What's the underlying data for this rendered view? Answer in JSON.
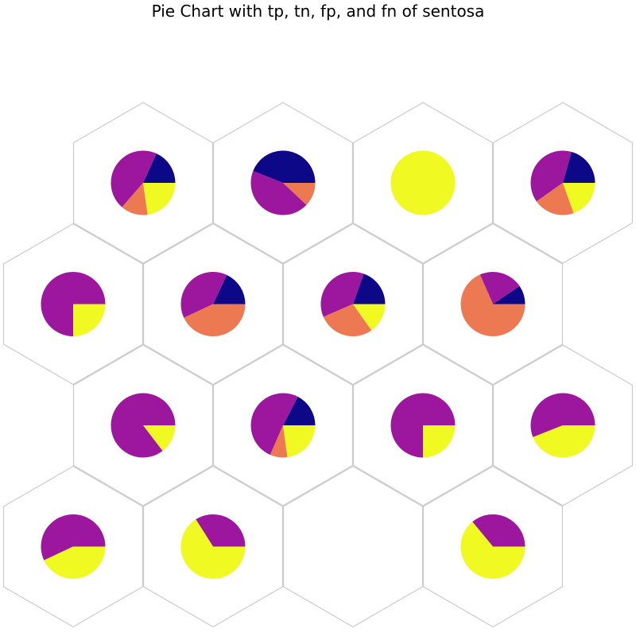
{
  "chart_data": {
    "type": "pie",
    "layout": "hexagonal grid of small pie charts (4 rows x 4 columns)",
    "title": "Pie Chart with tp, tn, fp, and fn of sentosa",
    "slice_order": [
      "tp",
      "tn",
      "fp",
      "fn"
    ],
    "colors": {
      "tp": "#0d0887",
      "tn": "#9c179e",
      "fp": "#ed7953",
      "fn": "#f0f921"
    },
    "grid": true,
    "cells": [
      {
        "row": 0,
        "col": 0,
        "values": {
          "tp": 2,
          "tn": 5,
          "fp": 1.5,
          "fn": 2.5
        }
      },
      {
        "row": 0,
        "col": 1,
        "values": {
          "tp": 5.5,
          "tn": 5.5,
          "fp": 1.5,
          "fn": 0
        }
      },
      {
        "row": 0,
        "col": 2,
        "values": {
          "tp": 0,
          "tn": 0,
          "fp": 0,
          "fn": 1
        }
      },
      {
        "row": 0,
        "col": 3,
        "values": {
          "tp": 1.8,
          "tn": 3.4,
          "fp": 1.8,
          "fn": 1.7
        }
      },
      {
        "row": 1,
        "col": 0,
        "values": {
          "tp": 0,
          "tn": 3,
          "fp": 0,
          "fn": 1
        }
      },
      {
        "row": 1,
        "col": 1,
        "values": {
          "tp": 1.8,
          "tn": 3.9,
          "fp": 4.3,
          "fn": 0
        }
      },
      {
        "row": 1,
        "col": 2,
        "values": {
          "tp": 1.8,
          "tn": 3.4,
          "fp": 2.6,
          "fn": 1.4
        }
      },
      {
        "row": 1,
        "col": 3,
        "values": {
          "tp": 0.9,
          "tn": 2.1,
          "fp": 6.5,
          "fn": 0
        }
      },
      {
        "row": 2,
        "col": 0,
        "values": {
          "tp": 0,
          "tn": 7.6,
          "fp": 0,
          "fn": 1.3
        }
      },
      {
        "row": 2,
        "col": 1,
        "values": {
          "tp": 1.6,
          "tn": 4.7,
          "fp": 0.8,
          "fn": 2.1
        }
      },
      {
        "row": 2,
        "col": 2,
        "values": {
          "tp": 0,
          "tn": 3,
          "fp": 0,
          "fn": 1
        }
      },
      {
        "row": 2,
        "col": 3,
        "values": {
          "tp": 0,
          "tn": 5.6,
          "fp": 0,
          "fn": 4.4
        }
      },
      {
        "row": 3,
        "col": 0,
        "values": {
          "tp": 0,
          "tn": 5.7,
          "fp": 0,
          "fn": 4.3
        }
      },
      {
        "row": 3,
        "col": 1,
        "values": {
          "tp": 0,
          "tn": 3.4,
          "fp": 0,
          "fn": 6.6
        }
      },
      {
        "row": 3,
        "col": 2,
        "values": {
          "tp": 0,
          "tn": 0,
          "fp": 0,
          "fn": 0
        }
      },
      {
        "row": 3,
        "col": 3,
        "values": {
          "tp": 0,
          "tn": 3.6,
          "fp": 0,
          "fn": 6.4
        }
      }
    ]
  }
}
